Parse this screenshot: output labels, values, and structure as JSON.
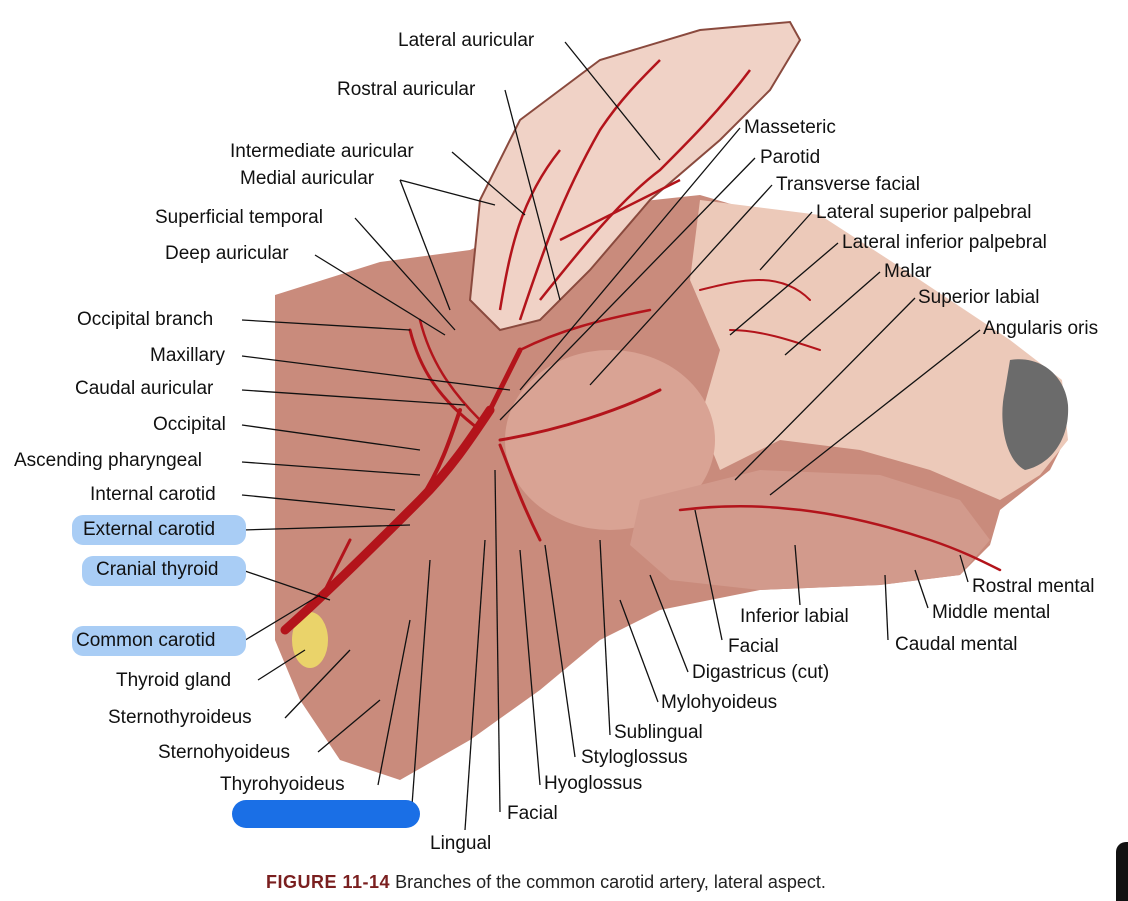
{
  "figure": {
    "caption_prefix": "FIGURE 11-14",
    "caption_text": "Branches of the common carotid artery, lateral aspect."
  },
  "colors": {
    "highlight": "#a9cdf5",
    "scribble": "#1a6fe6",
    "artery": "#b3141b",
    "muscle": "#c98b7c",
    "skin": "#ecc9b9",
    "nose": "#6b6b6b",
    "gland": "#ead36a"
  },
  "labels": [
    {
      "id": "lateral-auricular",
      "text": "Lateral auricular"
    },
    {
      "id": "rostral-auricular",
      "text": "Rostral auricular"
    },
    {
      "id": "masseteric",
      "text": "Masseteric"
    },
    {
      "id": "parotid",
      "text": "Parotid"
    },
    {
      "id": "intermediate-auricular",
      "text": "Intermediate auricular"
    },
    {
      "id": "medial-auricular",
      "text": "Medial auricular"
    },
    {
      "id": "transverse-facial",
      "text": "Transverse facial"
    },
    {
      "id": "superficial-temporal",
      "text": "Superficial temporal"
    },
    {
      "id": "lateral-superior-palpebral",
      "text": "Lateral superior palpebral"
    },
    {
      "id": "lateral-inferior-palpebral",
      "text": "Lateral inferior palpebral"
    },
    {
      "id": "deep-auricular",
      "text": "Deep auricular"
    },
    {
      "id": "malar",
      "text": "Malar"
    },
    {
      "id": "superior-labial",
      "text": "Superior labial"
    },
    {
      "id": "occipital-branch",
      "text": "Occipital branch"
    },
    {
      "id": "angularis-oris",
      "text": "Angularis oris"
    },
    {
      "id": "maxillary",
      "text": "Maxillary"
    },
    {
      "id": "caudal-auricular",
      "text": "Caudal auricular"
    },
    {
      "id": "occipital",
      "text": "Occipital"
    },
    {
      "id": "ascending-pharyngeal",
      "text": "Ascending pharyngeal"
    },
    {
      "id": "internal-carotid",
      "text": "Internal carotid"
    },
    {
      "id": "external-carotid",
      "text": "External carotid"
    },
    {
      "id": "cranial-thyroid",
      "text": "Cranial thyroid"
    },
    {
      "id": "rostral-mental",
      "text": "Rostral mental"
    },
    {
      "id": "middle-mental",
      "text": "Middle mental"
    },
    {
      "id": "inferior-labial",
      "text": "Inferior labial"
    },
    {
      "id": "common-carotid",
      "text": "Common carotid"
    },
    {
      "id": "facial-right",
      "text": "Facial"
    },
    {
      "id": "caudal-mental",
      "text": "Caudal mental"
    },
    {
      "id": "thyroid-gland",
      "text": "Thyroid gland"
    },
    {
      "id": "digastricus",
      "text": "Digastricus (cut)"
    },
    {
      "id": "mylohyoideus",
      "text": "Mylohyoideus"
    },
    {
      "id": "sternothyroideus",
      "text": "Sternothyroideus"
    },
    {
      "id": "sublingual",
      "text": "Sublingual"
    },
    {
      "id": "sternohyoideus",
      "text": "Sternohyoideus"
    },
    {
      "id": "styloglossus",
      "text": "Styloglossus"
    },
    {
      "id": "thyrohyoideus",
      "text": "Thyrohyoideus"
    },
    {
      "id": "hyoglossus",
      "text": "Hyoglossus"
    },
    {
      "id": "facial-bottom",
      "text": "Facial"
    },
    {
      "id": "lingual",
      "text": "Lingual"
    }
  ]
}
